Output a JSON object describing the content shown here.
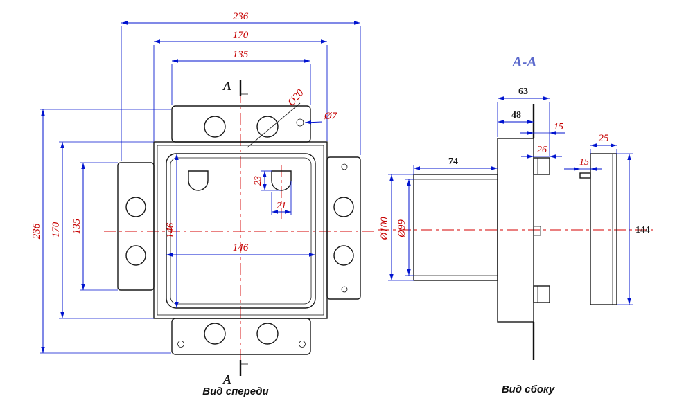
{
  "front": {
    "caption": "Вид спереди",
    "section_mark": "A",
    "dim_width_overall": "236",
    "dim_width_body": "170",
    "dim_width_flange": "135",
    "dim_height_overall": "236",
    "dim_height_body": "170",
    "dim_height_flange": "135",
    "dim_cavity_height": "146",
    "dim_cavity_width": "146",
    "dim_slot_height": "23",
    "dim_slot_width": "21",
    "dim_hole_large": "Ø20",
    "dim_hole_small": "Ø7"
  },
  "side": {
    "caption": "Вид сбоку",
    "section_title": "A-A",
    "dim_depth_total": "63",
    "dim_depth_body": "48",
    "dim_stem": "15",
    "dim_tab": "26",
    "dim_plate_width": "25",
    "dim_plate_step": "15",
    "dim_body_length": "74",
    "dim_dia_outer": "Ø100",
    "dim_dia_inner": "Ø99",
    "dim_plate_height": "144"
  },
  "colors": {
    "dimension_line": "#0013cf",
    "dimension_text": "#c60000",
    "centerline": "#d40000",
    "outline": "#181818",
    "section_title": "#5a68cc"
  }
}
